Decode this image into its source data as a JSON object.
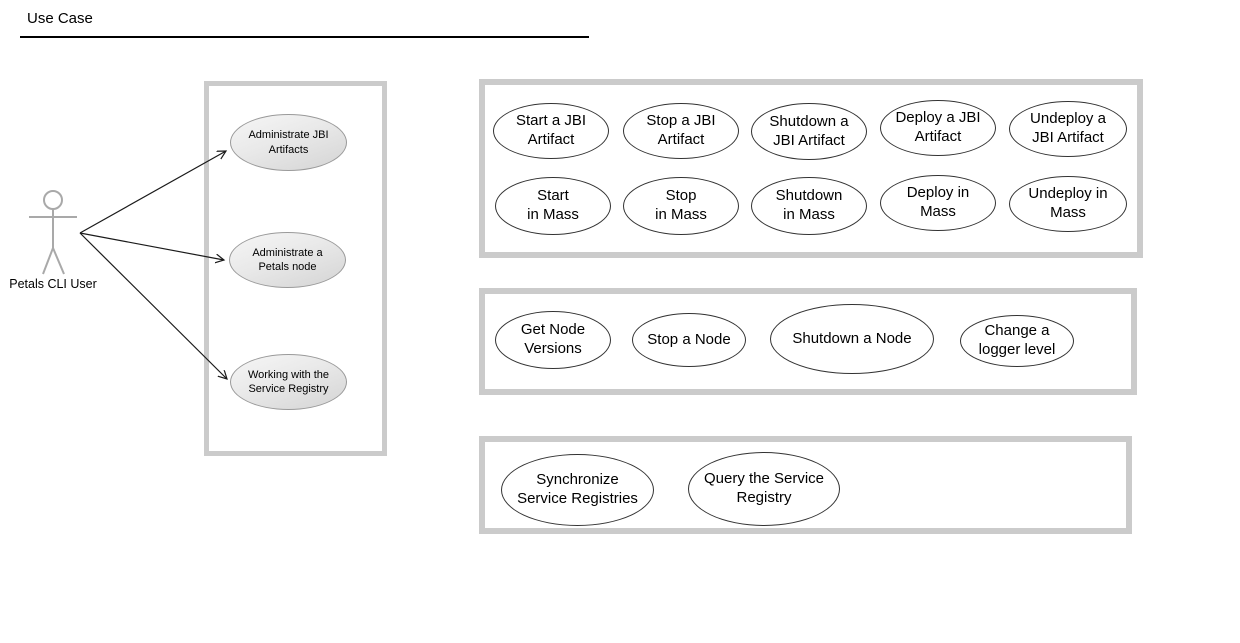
{
  "title": "Use Case",
  "actor": {
    "label": "Petals CLI User"
  },
  "left_panel": {
    "items": [
      "Administrate JBI\nArtifacts",
      "Administrate a\nPetals node",
      "Working with the\nService Registry"
    ]
  },
  "jbi_panel": {
    "items": [
      "Start a JBI\nArtifact",
      "Stop a JBI\nArtifact",
      "Shutdown a\nJBI Artifact",
      "Deploy a JBI\nArtifact",
      "Undeploy a\nJBI Artifact",
      "Start\nin Mass",
      "Stop\nin Mass",
      "Shutdown\nin Mass",
      "Deploy in\nMass",
      "Undeploy in\nMass"
    ]
  },
  "node_panel": {
    "items": [
      "Get Node\nVersions",
      "Stop a Node",
      "Shutdown a Node",
      "Change a\nlogger level"
    ]
  },
  "registry_panel": {
    "items": [
      "Synchronize\nService Registries",
      "Query the Service\nRegistry"
    ]
  },
  "colors": {
    "panel_border": "#cbcbcb",
    "shaded_ellipse_top": "#f6f6f6",
    "shaded_ellipse_bottom": "#d4d4d4",
    "plain_ellipse_border": "#333333",
    "actor_stroke": "#a9a9a9",
    "connector": "#1a1a1a"
  }
}
